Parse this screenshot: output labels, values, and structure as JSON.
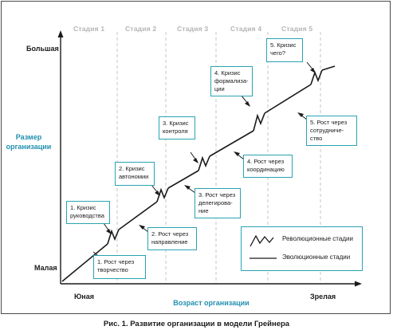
{
  "stages": [
    "Стадия 1",
    "Стадия 2",
    "Стадия 3",
    "Стадия 4",
    "Стадия 5"
  ],
  "y_axis": {
    "title_lines": [
      "Размер",
      "организации"
    ],
    "high_label": "Большая",
    "low_label": "Малая"
  },
  "x_axis": {
    "title": "Возраст организации",
    "start_label": "Юная",
    "end_label": "Зрелая"
  },
  "evolution_boxes": [
    {
      "lines": [
        "1. Рост через",
        "творчество"
      ]
    },
    {
      "lines": [
        "2. Рост через",
        "направление"
      ]
    },
    {
      "lines": [
        "3. Рост через",
        "делегирова-",
        "ние"
      ]
    },
    {
      "lines": [
        "4. Рост через",
        "координацию"
      ]
    },
    {
      "lines": [
        "5. Рост через",
        "сотрудниче-",
        "ство"
      ]
    }
  ],
  "crisis_boxes": [
    {
      "lines": [
        "1. Кризис",
        "руководства"
      ]
    },
    {
      "lines": [
        "2. Кризис",
        "автономии"
      ]
    },
    {
      "lines": [
        "3. Кризис",
        "контроля"
      ]
    },
    {
      "lines": [
        "4. Кризис",
        "формализа-",
        "ции"
      ]
    },
    {
      "lines": [
        "5. Кризис",
        "чего?"
      ]
    }
  ],
  "legend": {
    "revolution_label": "Революционные стадии",
    "evolution_label": "Эволюционные стадии"
  },
  "caption": "Рис. 1. Развитие организации в модели Грейнера",
  "colors": {
    "accent": "#1f8fae",
    "box_border": "#2aa3b3",
    "stage_text": "#b5b5b5",
    "line": "#1a1a1a"
  }
}
